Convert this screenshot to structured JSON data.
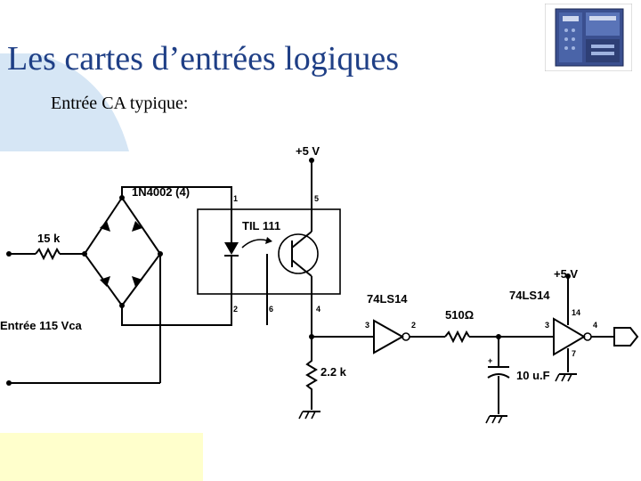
{
  "slide": {
    "title": "Les cartes d’entrées logiques",
    "subtitle": "Entrée CA typique:",
    "accent_color": "#d6e6f5",
    "title_color": "#1f3f86",
    "corner_color": "#ffffcc"
  },
  "schematic": {
    "labels": {
      "vcc_top": "+5 V",
      "bridge": "1N4002 (4)",
      "opto": "TIL 111",
      "resistor_in": "15 k",
      "input": "Entrée 115 Vca",
      "pull_down": "2.2 k",
      "gate1": "74LS14",
      "resistor_mid": "510Ω",
      "gate2": "74LS14",
      "vcc_right": "+5 V",
      "capacitor": "10 u.F"
    },
    "pins": {
      "opto_1": "1",
      "opto_5": "5",
      "opto_2": "2",
      "opto_6": "6",
      "opto_4": "4",
      "gate1_in": "3",
      "gate1_out": "2",
      "gate2_in": "3",
      "gate2_vcc": "14",
      "gate2_out": "4",
      "gate2_gnd": "7",
      "cap_plus": "+"
    }
  }
}
